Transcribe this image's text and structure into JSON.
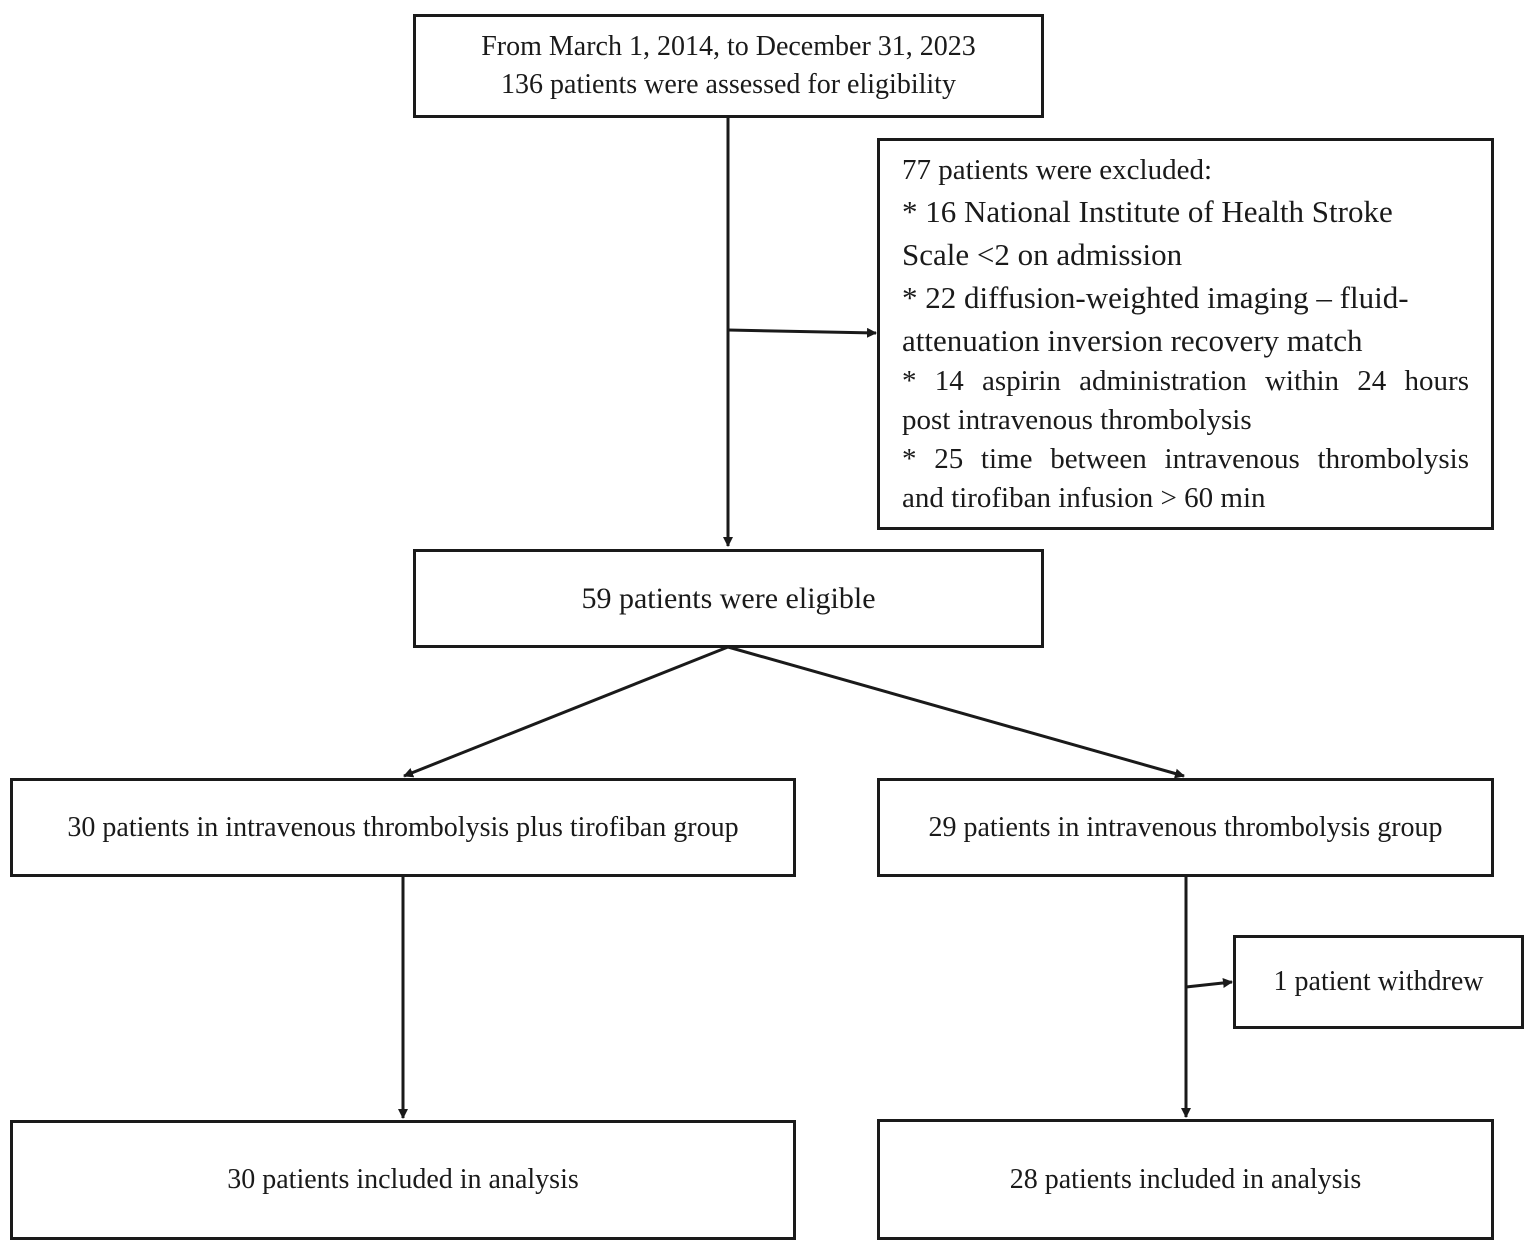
{
  "screening": {
    "line1": "From March 1, 2014, to December 31, 2023",
    "line2": "136 patients were assessed for eligibility"
  },
  "exclusion": {
    "heading": "77 patients were excluded:",
    "reason1_line1": "* 16 National Institute of Health Stroke",
    "reason1_line2": "Scale <2 on admission",
    "reason2_line1": "* 22 diffusion-weighted imaging – fluid-",
    "reason2_line2": "attenuation inversion recovery match",
    "reason3_line1": "* 14 aspirin administration within 24 hours",
    "reason3_line2": "post intravenous thrombolysis",
    "reason4_line1": "* 25 time between intravenous thrombolysis",
    "reason4_line2": "and tirofiban infusion > 60 min"
  },
  "eligible": {
    "label": "59 patients were eligible"
  },
  "groups": {
    "left": "30 patients in intravenous thrombolysis plus tirofiban group",
    "right": "29 patients in intravenous thrombolysis group"
  },
  "withdrawal": {
    "label": "1 patient withdrew"
  },
  "analysis": {
    "left": "30 patients included in analysis",
    "right": "28 patients included in analysis"
  },
  "colors": {
    "line": "#1a1a1a",
    "background": "#ffffff"
  }
}
